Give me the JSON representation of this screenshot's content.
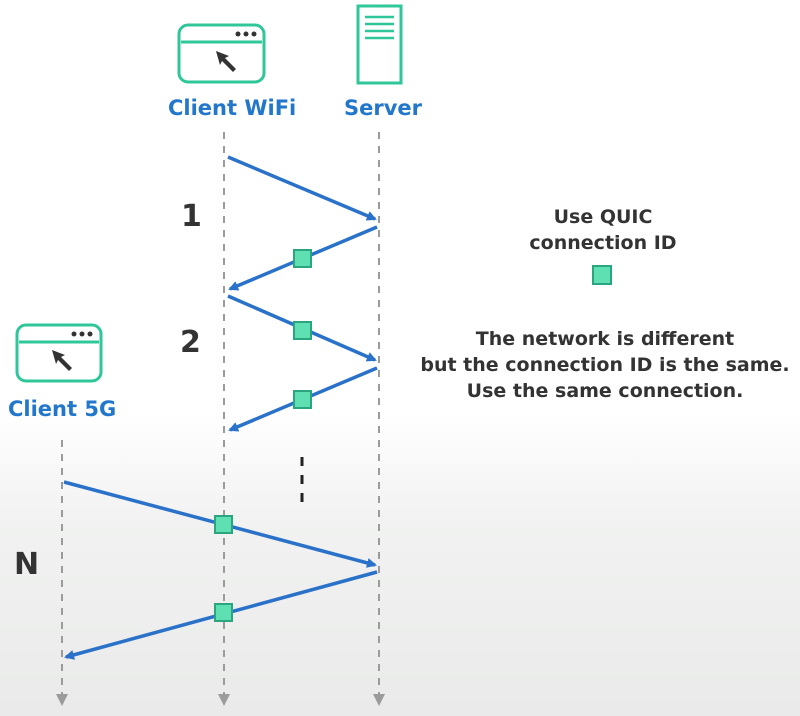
{
  "actors": {
    "client_wifi": {
      "label": "Client WiFi",
      "icon": "browser-window-cursor-icon"
    },
    "server": {
      "label": "Server",
      "icon": "server-tower-icon"
    },
    "client_5g": {
      "label": "Client 5G",
      "icon": "browser-window-cursor-icon"
    }
  },
  "steps": [
    "1",
    "2",
    "N"
  ],
  "notes": {
    "quic": [
      "Use QUIC",
      "connection ID"
    ],
    "network": [
      "The network is different",
      "but the connection ID is the same.",
      "Use the same connection."
    ]
  },
  "legend": {
    "marker": "connection-id-marker-icon"
  },
  "colors": {
    "actor_label": "#2277cc",
    "arrow": "#2a72c9",
    "icon_outline": "#2fc79a",
    "marker_fill": "#5fe0b2",
    "marker_border": "#2aa57f",
    "lifeline": "#9b9b9b",
    "text": "#333333"
  }
}
